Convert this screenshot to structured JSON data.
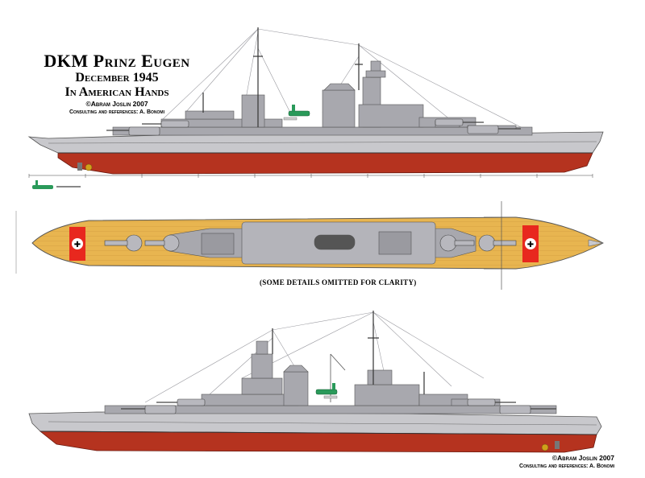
{
  "title": {
    "name": "DKM Prinz Eugen",
    "date": "December 1945",
    "subtitle": "In American Hands",
    "author": "©Abram Joslin 2007",
    "references": "Consulting and references: A. Bonomi"
  },
  "plan_note": "(SOME DETAILS OMITTED FOR CLARITY)",
  "footer": {
    "author": "©Abram Joslin 2007",
    "references": "Consulting and references: A. Bonomi"
  },
  "colors": {
    "hull_grey": "#c8c8cc",
    "superstructure_grey": "#a8a8ae",
    "deck_tan": "#e8b550",
    "hull_red": "#b5331f",
    "flag_red": "#e8281e",
    "aircraft_green": "#2a9a5a"
  }
}
